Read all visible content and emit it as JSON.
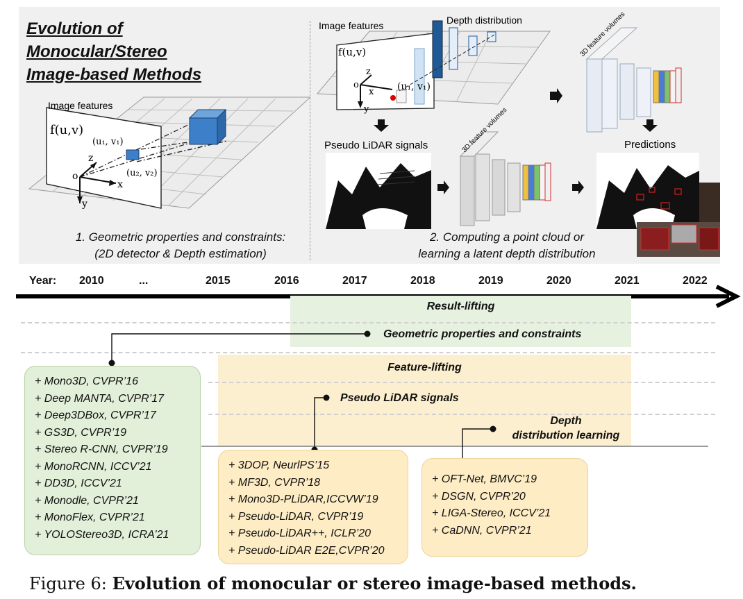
{
  "figure": {
    "label": "Figure 6:",
    "caption": "Evolution of monocular or stereo image-based methods."
  },
  "panel": {
    "title_lines": [
      "Evolution of",
      "Monocular/Stereo",
      "Image-based Methods"
    ],
    "left": {
      "image_features": "Image features",
      "f_uv": "f(u,v)",
      "u1v1": "(u₁, v₁)",
      "u2v2": "(u₂, v₂)",
      "axis_o": "o",
      "axis_x": "x",
      "axis_y": "y",
      "axis_z": "z",
      "caption_line1": "1. Geometric properties and constraints:",
      "caption_line2": "(2D detector & Depth estimation)"
    },
    "right": {
      "image_features": "Image features",
      "f_uv": "f(u,v)",
      "u1v1": "(u₁, v₁)",
      "depth_distribution": "Depth distribution",
      "feature_volumes_a": "3D feature volumes",
      "feature_volumes_b": "3D feature volumes",
      "pseudo_lidar": "Pseudo LiDAR signals",
      "predictions": "Predictions",
      "axis_o": "o",
      "axis_x": "x",
      "axis_y": "y",
      "axis_z": "z",
      "caption_line1": "2. Computing a point cloud or",
      "caption_line2": "learning a latent depth distribution"
    }
  },
  "timeline": {
    "year_label": "Year:",
    "years": [
      "2010",
      "...",
      "2015",
      "2016",
      "2017",
      "2018",
      "2019",
      "2020",
      "2021",
      "2022"
    ]
  },
  "categories": {
    "result_lifting": "Result-lifting",
    "geometric": "Geometric properties and constraints",
    "feature_lifting": "Feature-lifting",
    "pseudo_lidar": "Pseudo LiDAR signals",
    "depth_line1": "Depth",
    "depth_line2": "distribution learning"
  },
  "methods": {
    "geometric": [
      "+ Mono3D, CVPR’16",
      "+ Deep MANTA, CVPR’17",
      "+ Deep3DBox, CVPR’17",
      "+ GS3D, CVPR’19",
      "+ Stereo R-CNN, CVPR’19",
      "+ MonoRCNN, ICCV’21",
      "+ DD3D, ICCV’21",
      "+ Monodle, CVPR’21",
      "+ MonoFlex, CVPR’21",
      "+ YOLOStereo3D, ICRA’21"
    ],
    "pseudo_lidar": [
      "+ 3DOP, NeurlPS’15",
      "+ MF3D, CVPR’18",
      "+ Mono3D-PLiDAR,ICCVW’19",
      "+ Pseudo-LiDAR, CVPR’19",
      "+ Pseudo-LiDAR++, ICLR’20",
      "+ Pseudo-LiDAR E2E,CVPR’20"
    ],
    "depth": [
      "+ OFT-Net, BMVC’19",
      "+ DSGN, CVPR’20",
      "+ LIGA-Stereo, ICCV’21",
      "+ CaDNN, CVPR’21"
    ]
  },
  "colors": {
    "panel_bg": "#f0f0f0",
    "green_band": "#e6f1df",
    "yellow_band": "#fcefcf",
    "cube_blue": "#3d7fc9",
    "depth_dark": "#1f5a96",
    "volume_grey": "#dcdcdc"
  }
}
